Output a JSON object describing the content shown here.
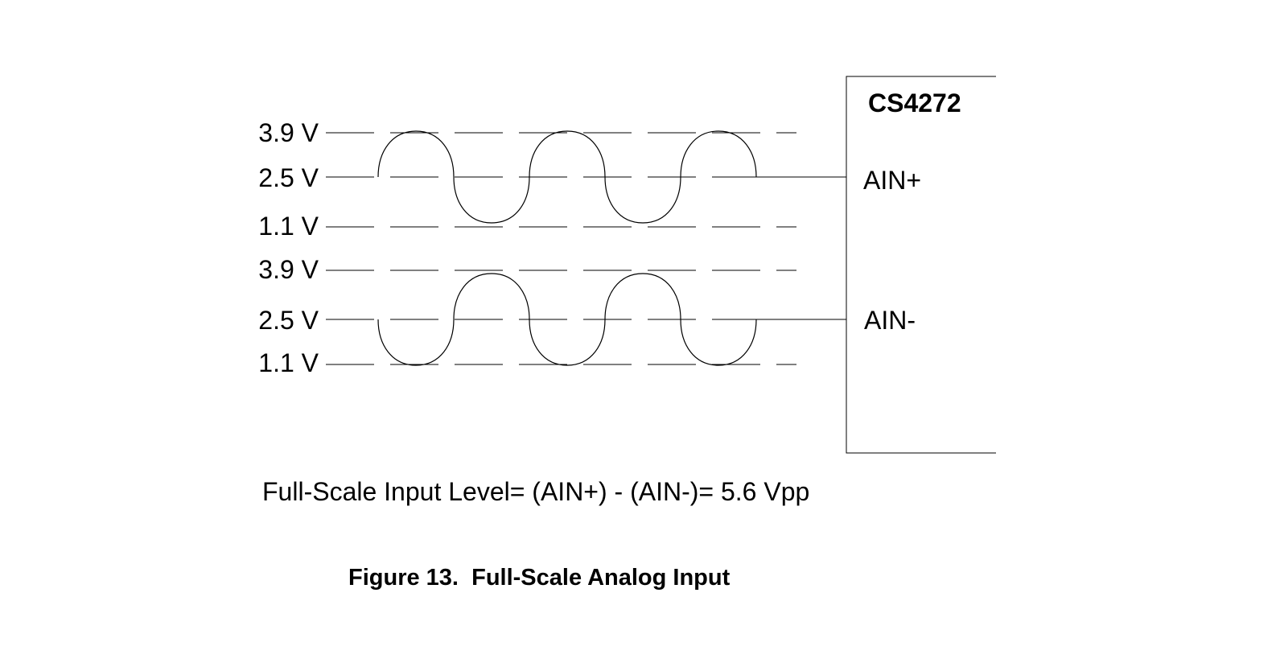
{
  "top_signal": {
    "levels": [
      {
        "label": "3.9 V",
        "value": 3.9
      },
      {
        "label": "2.5 V",
        "value": 2.5
      },
      {
        "label": "1.1 V",
        "value": 1.1
      }
    ]
  },
  "bottom_signal": {
    "levels": [
      {
        "label": "3.9 V",
        "value": 3.9
      },
      {
        "label": "2.5 V",
        "value": 2.5
      },
      {
        "label": "1.1 V",
        "value": 1.1
      }
    ]
  },
  "chip": {
    "name": "CS4272",
    "pins": [
      {
        "label": "AIN+"
      },
      {
        "label": "AIN-"
      }
    ]
  },
  "formula": "Full-Scale Input Level= (AIN+) - (AIN-)= 5.6 Vpp",
  "caption": "Figure 13.  Full-Scale Analog Input"
}
